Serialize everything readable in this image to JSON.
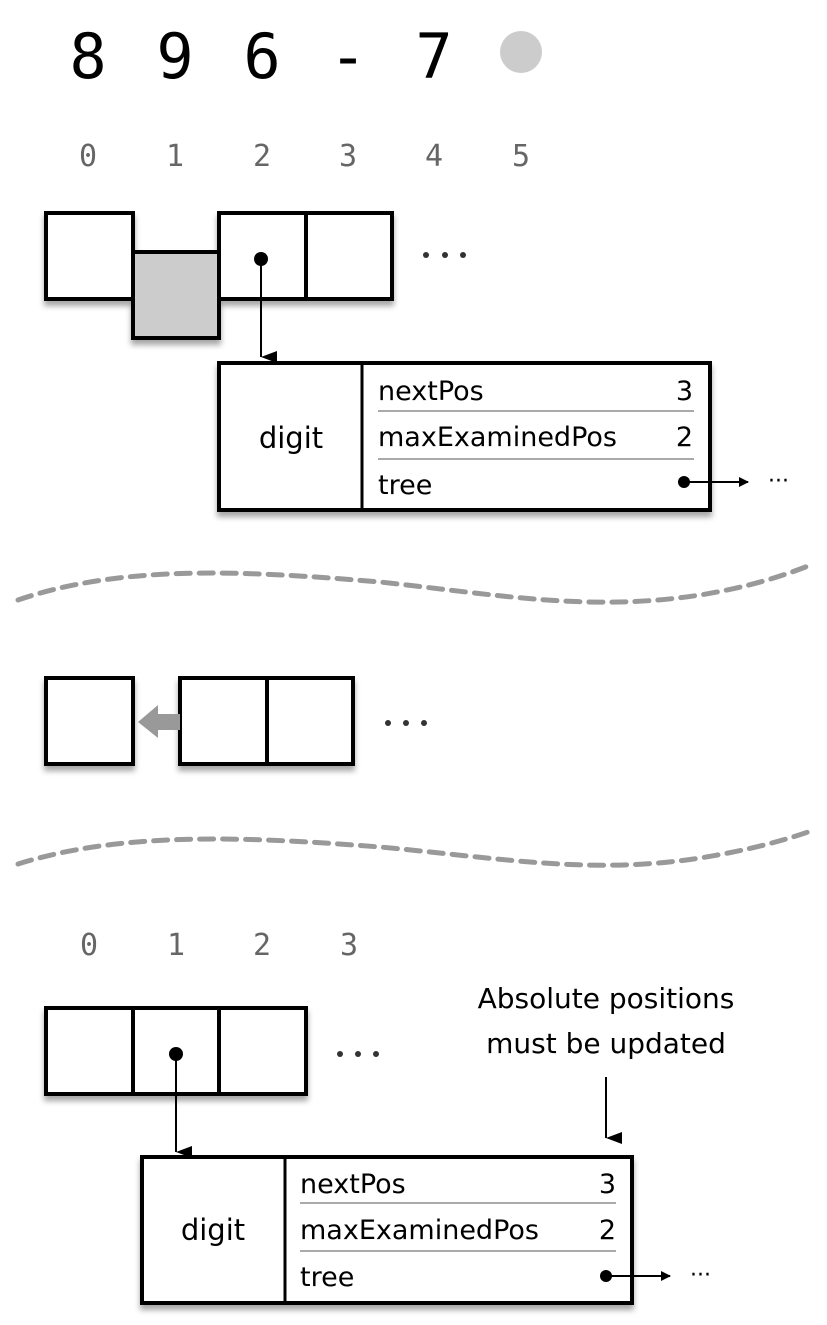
{
  "header": {
    "digits": [
      "8",
      "9",
      "6",
      "-",
      "7"
    ],
    "cursor_marker": "gray-dot",
    "cursor_color": "#cccccc"
  },
  "panel_top": {
    "indices": [
      "0",
      "1",
      "2",
      "3",
      "4",
      "5"
    ],
    "cells": [
      {
        "index": 0,
        "state": "normal"
      },
      {
        "index": 1,
        "state": "removed",
        "fill": "#cccccc"
      },
      {
        "index": 2,
        "state": "pointer"
      },
      {
        "index": 3,
        "state": "normal"
      }
    ],
    "ellipsis": "• • •",
    "record": {
      "label": "digit",
      "fields": [
        {
          "name": "nextPos",
          "value": "3"
        },
        {
          "name": "maxExaminedPos",
          "value": "2"
        },
        {
          "name": "tree",
          "value": "pointer"
        }
      ],
      "pointer_ellipsis": "···"
    }
  },
  "panel_middle": {
    "cells": [
      {
        "index": 0,
        "state": "normal"
      },
      {
        "index": 1,
        "state": "shifting-left"
      },
      {
        "index": 2,
        "state": "normal"
      }
    ],
    "ellipsis": "• • •",
    "arrow_color": "#999999"
  },
  "panel_bottom": {
    "indices": [
      "0",
      "1",
      "2",
      "3"
    ],
    "cells": [
      {
        "index": 0,
        "state": "normal"
      },
      {
        "index": 1,
        "state": "pointer"
      },
      {
        "index": 2,
        "state": "normal"
      }
    ],
    "ellipsis": "• • •",
    "annotation": [
      "Absolute positions",
      "must be updated"
    ],
    "record": {
      "label": "digit",
      "fields": [
        {
          "name": "nextPos",
          "value": "3"
        },
        {
          "name": "maxExaminedPos",
          "value": "2"
        },
        {
          "name": "tree",
          "value": "pointer"
        }
      ],
      "pointer_ellipsis": "···"
    }
  },
  "separator_color": "#999999",
  "index_color": "#666666"
}
